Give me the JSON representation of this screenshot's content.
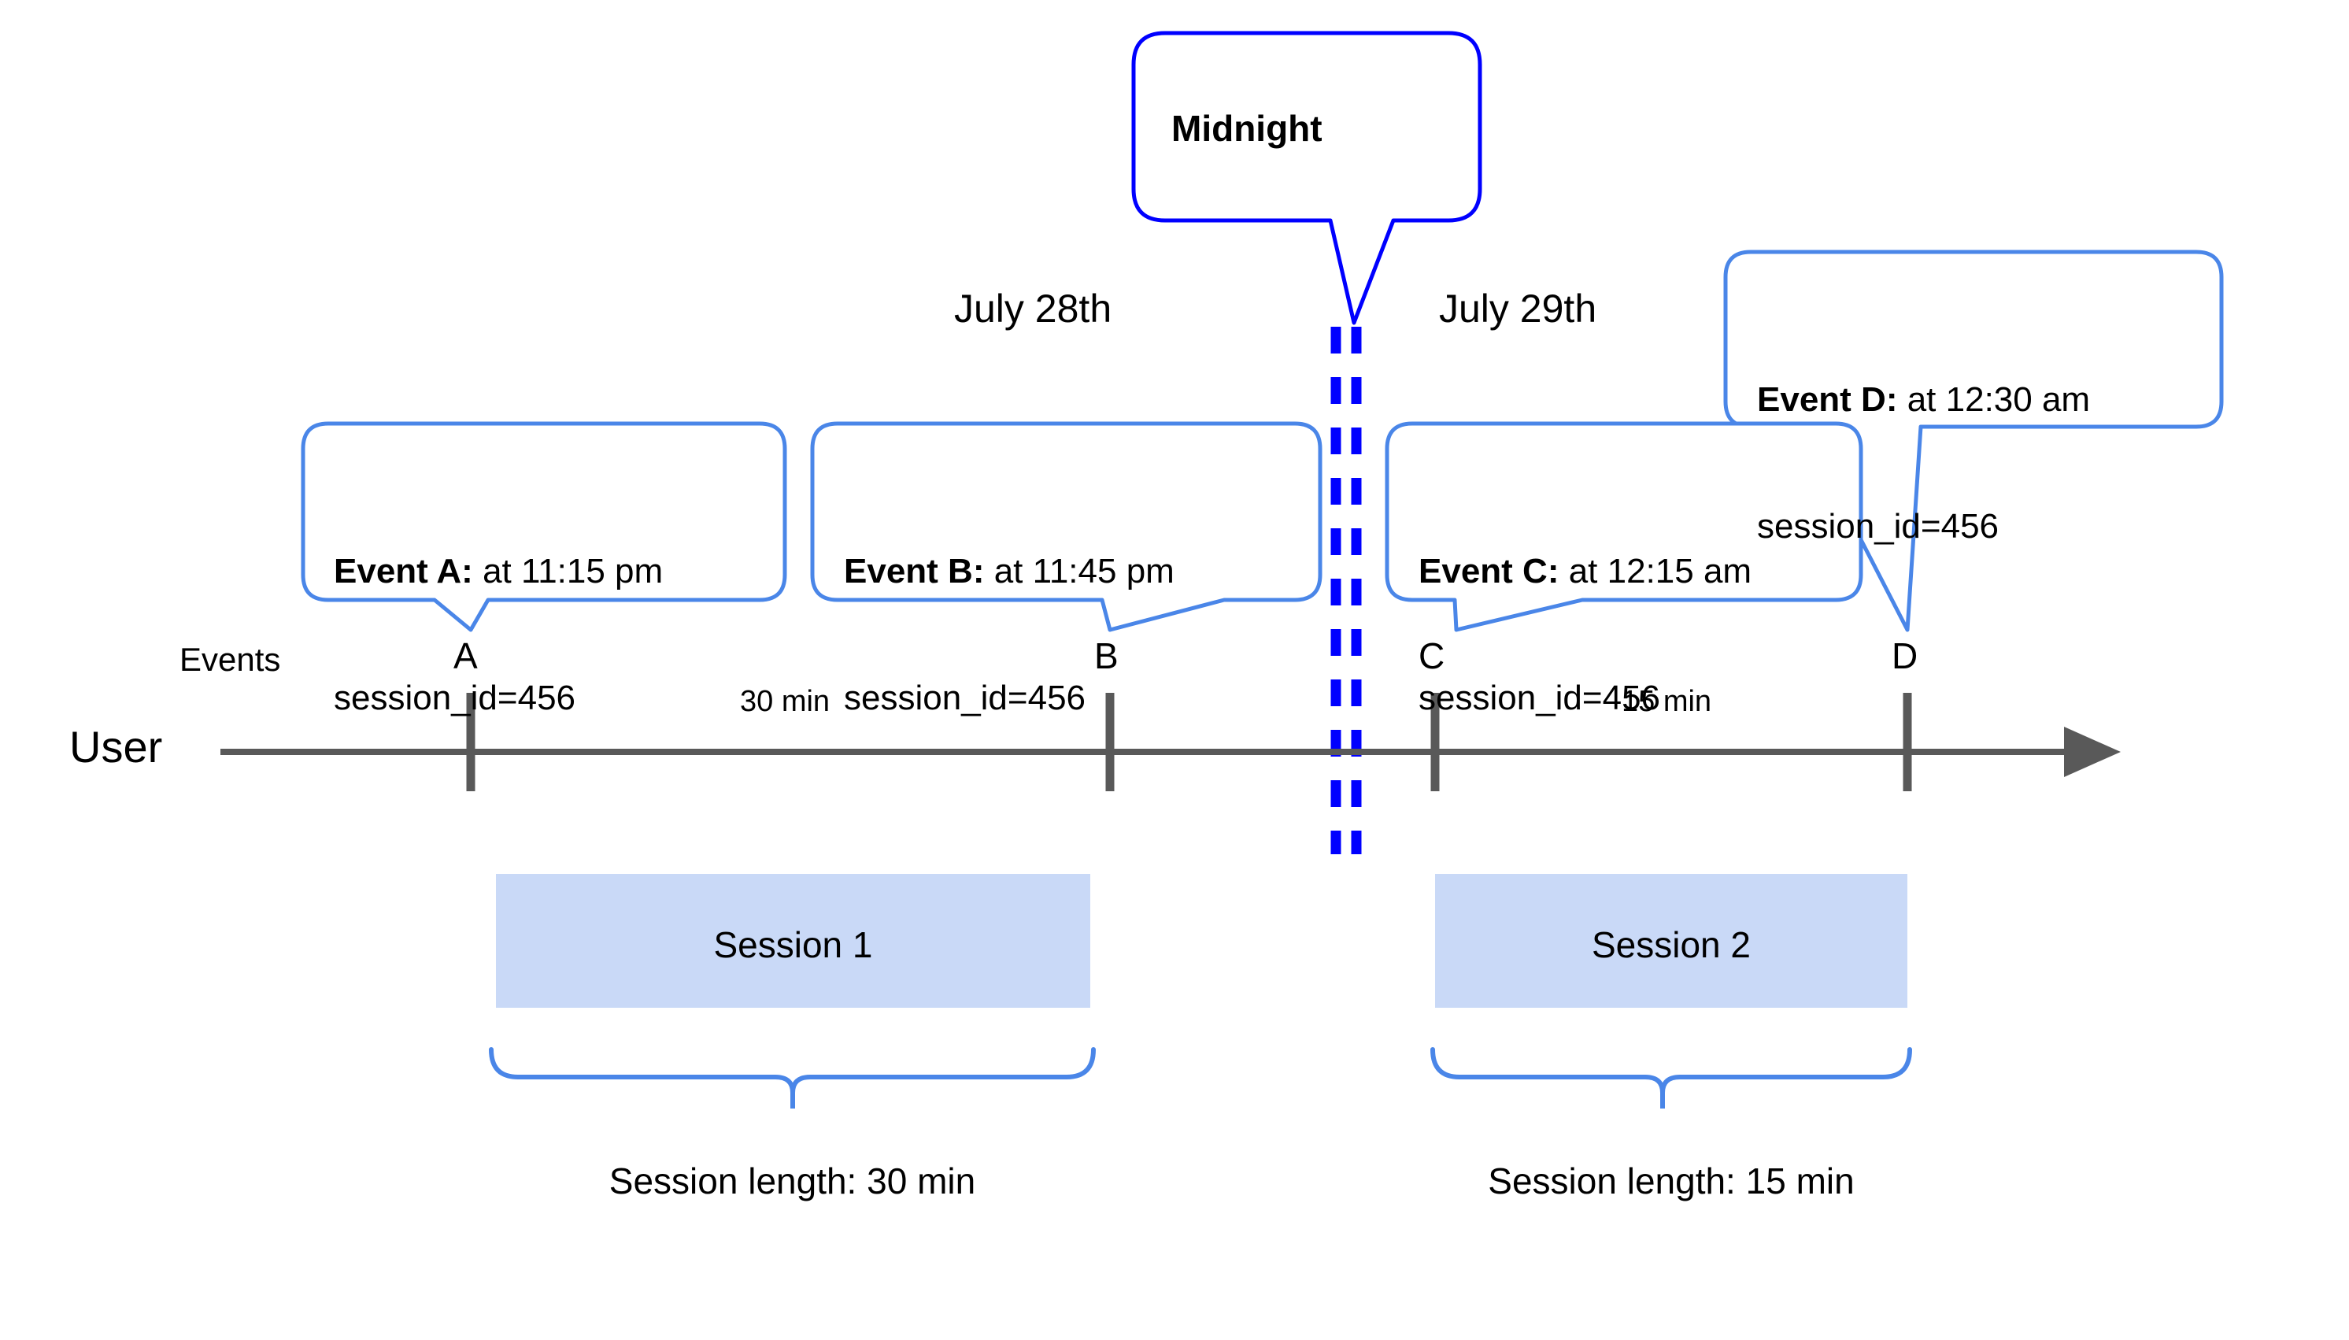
{
  "diagram": {
    "title_callout": {
      "label": "Midnight"
    },
    "dates": [
      {
        "id": "date-july-28",
        "label": "July 28th"
      },
      {
        "id": "date-july-29",
        "label": "July 29th"
      }
    ],
    "axis": {
      "row_label": "User",
      "events_label": "Events",
      "direction": "right-arrow"
    },
    "events": [
      {
        "id": "A",
        "tick_label": "A",
        "bold": "Event A:",
        "rest": " at 11:15 pm",
        "line2": "session_id=456"
      },
      {
        "id": "B",
        "tick_label": "B",
        "bold": "Event B:",
        "rest": " at 11:45 pm",
        "line2": "session_id=456"
      },
      {
        "id": "C",
        "tick_label": "C",
        "bold": "Event C:",
        "rest": " at 12:15 am",
        "line2": "session_id=456"
      },
      {
        "id": "D",
        "tick_label": "D",
        "bold": "Event D:",
        "rest": " at 12:30 am",
        "line2": "session_id=456"
      }
    ],
    "durations": [
      {
        "id": "dur-a-b",
        "label": "30 min"
      },
      {
        "id": "dur-c-d",
        "label": "15 min"
      }
    ],
    "sessions": [
      {
        "id": "session-1",
        "label": "Session 1",
        "length_label": "Session length: 30 min"
      },
      {
        "id": "session-2",
        "label": "Session 2",
        "length_label": "Session length: 15 min"
      }
    ],
    "colors": {
      "callout_border": "#4A86E8",
      "midnight_border": "#0000FF",
      "midnight_dash": "#0000FF",
      "session_fill": "#C9D9F7",
      "brace": "#4A86E8",
      "axis": "#595959",
      "text": "#000000"
    }
  },
  "chart_data": {
    "type": "timeline",
    "title": "",
    "xlabel": "",
    "ylabel": "",
    "grid": false,
    "legend": "none",
    "boundary": {
      "label": "Midnight",
      "between": [
        "July 28th",
        "July 29th"
      ]
    },
    "events": [
      {
        "name": "A",
        "time": "11:15 pm",
        "date": "July 28th",
        "session_id": "456",
        "session": "Session 1"
      },
      {
        "name": "B",
        "time": "11:45 pm",
        "date": "July 28th",
        "session_id": "456",
        "session": "Session 1"
      },
      {
        "name": "C",
        "time": "12:15 am",
        "date": "July 29th",
        "session_id": "456",
        "session": "Session 2"
      },
      {
        "name": "D",
        "time": "12:30 am",
        "date": "July 29th",
        "session_id": "456",
        "session": "Session 2"
      }
    ],
    "gaps": [
      {
        "from": "A",
        "to": "B",
        "value": 30,
        "unit": "min",
        "label": "30 min"
      },
      {
        "from": "C",
        "to": "D",
        "value": 15,
        "unit": "min",
        "label": "15 min"
      }
    ],
    "sessions": [
      {
        "name": "Session 1",
        "from": "A",
        "to": "B",
        "length": 30,
        "unit": "min",
        "length_label": "Session length: 30 min"
      },
      {
        "name": "Session 2",
        "from": "C",
        "to": "D",
        "length": 15,
        "unit": "min",
        "length_label": "Session length: 15 min"
      }
    ]
  }
}
